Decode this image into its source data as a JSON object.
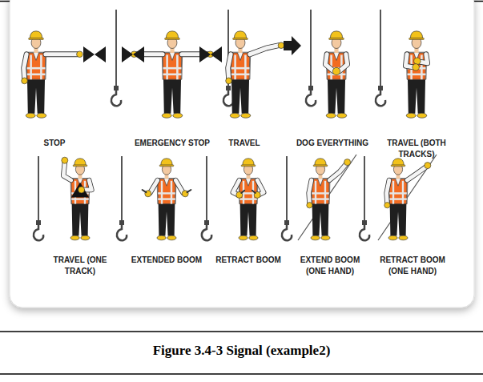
{
  "diagram": {
    "caption": "Figure 3.4-3 Signal (example2)",
    "labels": [
      "STOP",
      "EMERGENCY STOP",
      "TRAVEL",
      "DOG EVERYTHING",
      "TRAVEL (BOTH TRACKS)",
      "TRAVEL (ONE TRACK)",
      "EXTENDED BOOM",
      "RETRACT BOOM",
      "EXTEND BOOM (ONE HAND)",
      "RETRACT BOOM (ONE HAND)"
    ]
  }
}
